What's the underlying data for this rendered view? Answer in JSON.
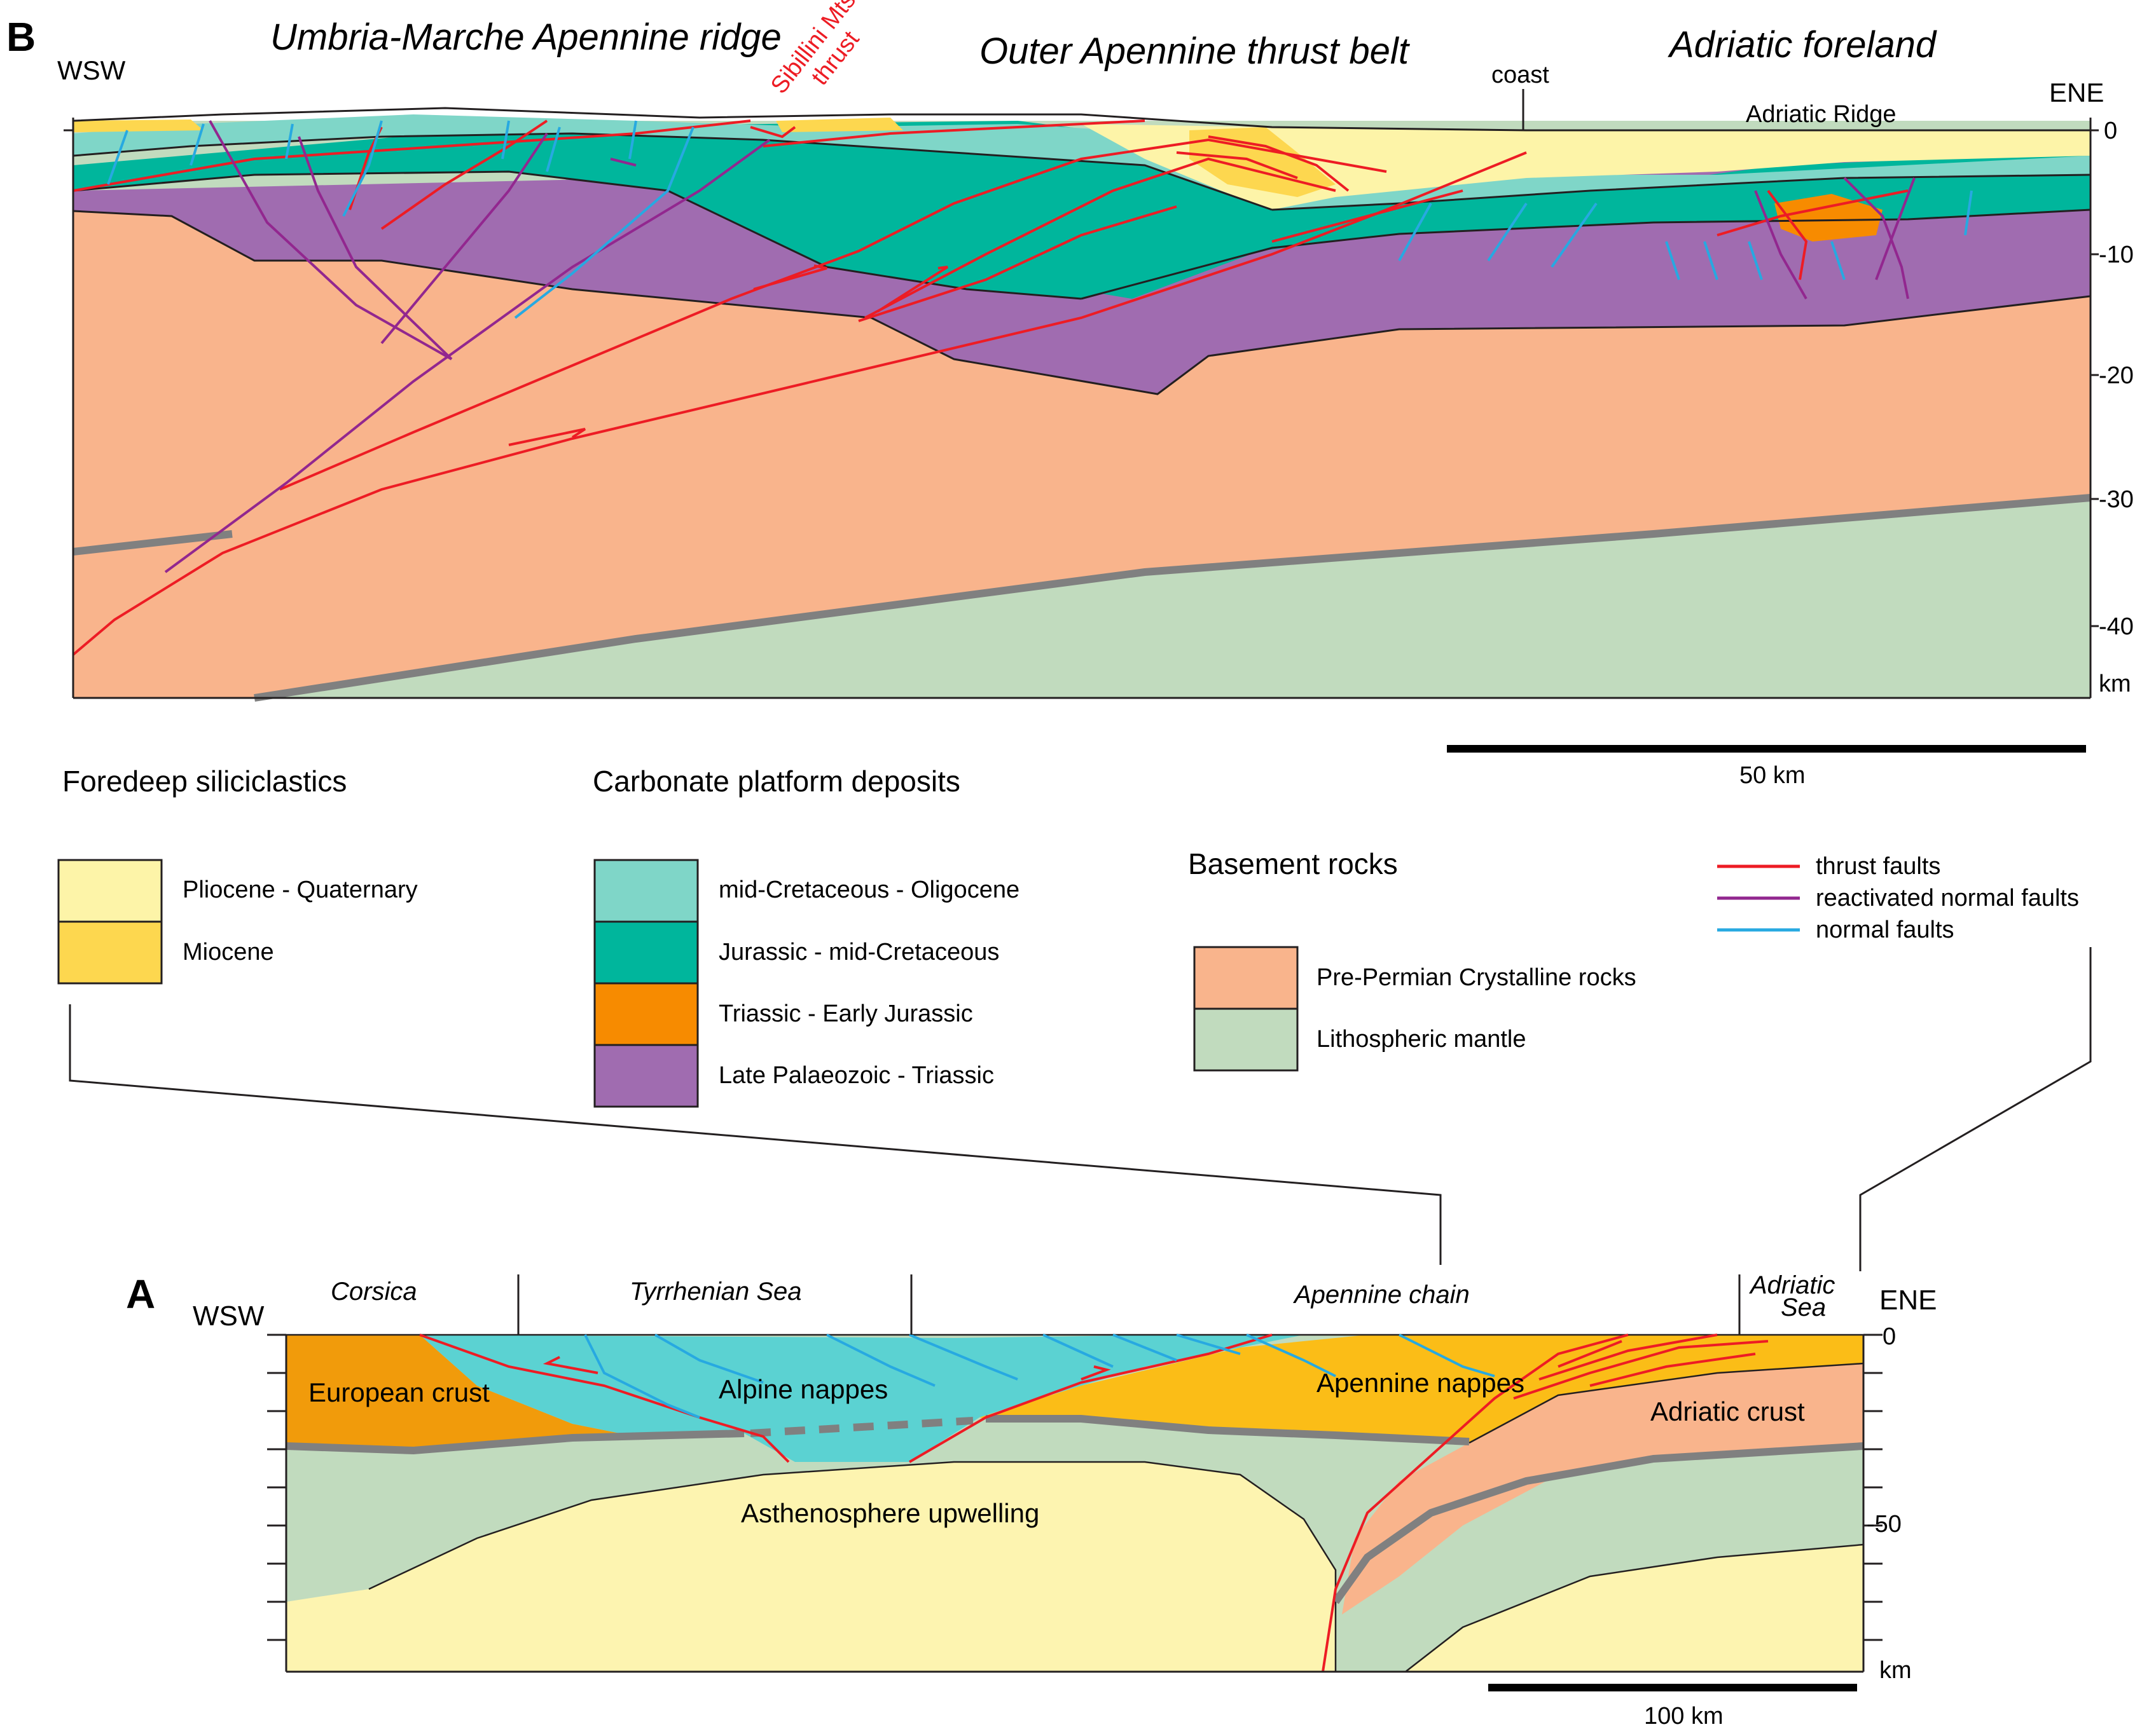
{
  "panel_b": {
    "letter": "B",
    "left_dir": "WSW",
    "right_dir": "ENE",
    "region1": "Umbria-Marche Apennine ridge",
    "region2": "Outer Apennine thrust belt",
    "region3": "Adriatic foreland",
    "sibillini_line1": "Sibillini Mts",
    "sibillini_line2": "thrust",
    "coast": "coast",
    "adriatic_ridge": "Adriatic Ridge",
    "depth_ticks": [
      "0",
      "-10",
      "-20",
      "-30",
      "-40"
    ],
    "depth_unit": "km",
    "scale_label": "50 km"
  },
  "legend": {
    "foredeep_title": "Foredeep siliciclastics",
    "carbonate_title": "Carbonate platform deposits",
    "basement_title": "Basement rocks",
    "items": {
      "plio": "Pliocene - Quaternary",
      "mio": "Miocene",
      "midcret": "mid-Cretaceous - Oligocene",
      "jur": "Jurassic - mid-Cretaceous",
      "tri": "Triassic - Early Jurassic",
      "late": "Late Palaeozoic - Triassic",
      "prep": "Pre-Permian Crystalline rocks",
      "mantle": "Lithospheric mantle"
    },
    "lines": {
      "thrust": "thrust faults",
      "reactivated": "reactivated normal faults",
      "normal": "normal faults"
    }
  },
  "panel_a": {
    "letter": "A",
    "left_dir": "WSW",
    "right_dir": "ENE",
    "regions": [
      "Corsica",
      "Tyrrhenian Sea",
      "Apennine chain"
    ],
    "adriatic_line1": "Adriatic",
    "adriatic_line2": "Sea",
    "european_crust": "European crust",
    "alpine_nappes": "Alpine nappes",
    "apennine_nappes": "Apennine nappes",
    "adriatic_crust": "Adriatic crust",
    "astheno": "Asthenosphere upwelling",
    "depth_ticks": [
      "0",
      "-50"
    ],
    "depth_unit": "km",
    "scale_label": "100 km"
  },
  "colors": {
    "plio": "#fdf4a8",
    "mio": "#fdd74f",
    "midcret": "#7fd6c8",
    "jur": "#00b69c",
    "tri": "#f78b00",
    "late": "#a06cb0",
    "crystalline": "#f9b48c",
    "mantle": "#c1dbbe",
    "european": "#f19b0b",
    "alpine": "#5bd2d2",
    "apennine_nappes": "#fbbd17",
    "asthenosphere": "#fdf4b0",
    "thrust": "#ed1c24",
    "reactivated": "#92278f",
    "normal": "#27a9e1",
    "moho": "#808080"
  }
}
